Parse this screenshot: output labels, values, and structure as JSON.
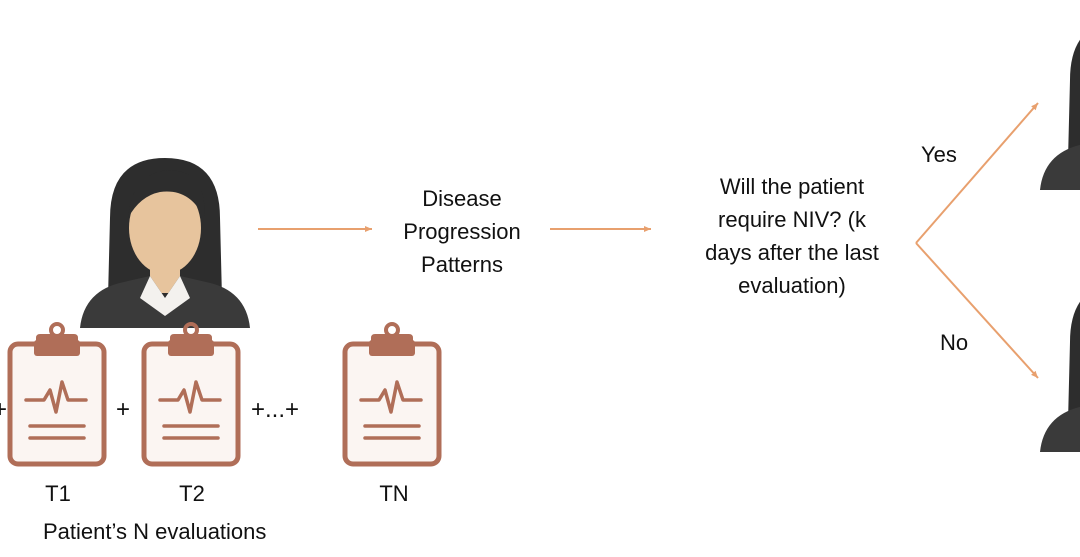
{
  "colors": {
    "arrow": "#E8A06E",
    "clipboard": "#B06E58",
    "clipboard_fill": "#FBF5F2",
    "skin": "#E7C49D",
    "hair": "#2D2D2D",
    "suit": "#3A3A3A",
    "collar": "#F3F1EE"
  },
  "icons": {
    "patient": "patient-avatar-icon",
    "evaluation": "clipboard-icon",
    "outcome": "patient-avatar-icon"
  },
  "evaluations": [
    {
      "label": "T1"
    },
    {
      "label": "T2"
    },
    {
      "label": "TN"
    }
  ],
  "operators": {
    "plus": "+",
    "plus_ellipsis": "+...+",
    "leading": "+"
  },
  "evaluations_caption": "Patient’s N evaluations",
  "progression_label": [
    "Disease",
    "Progression",
    "Patterns"
  ],
  "question_label": [
    "Will the patient",
    "require NIV? (k",
    "days after the last",
    "evaluation)"
  ],
  "branches": {
    "yes": "Yes",
    "no": "No"
  }
}
